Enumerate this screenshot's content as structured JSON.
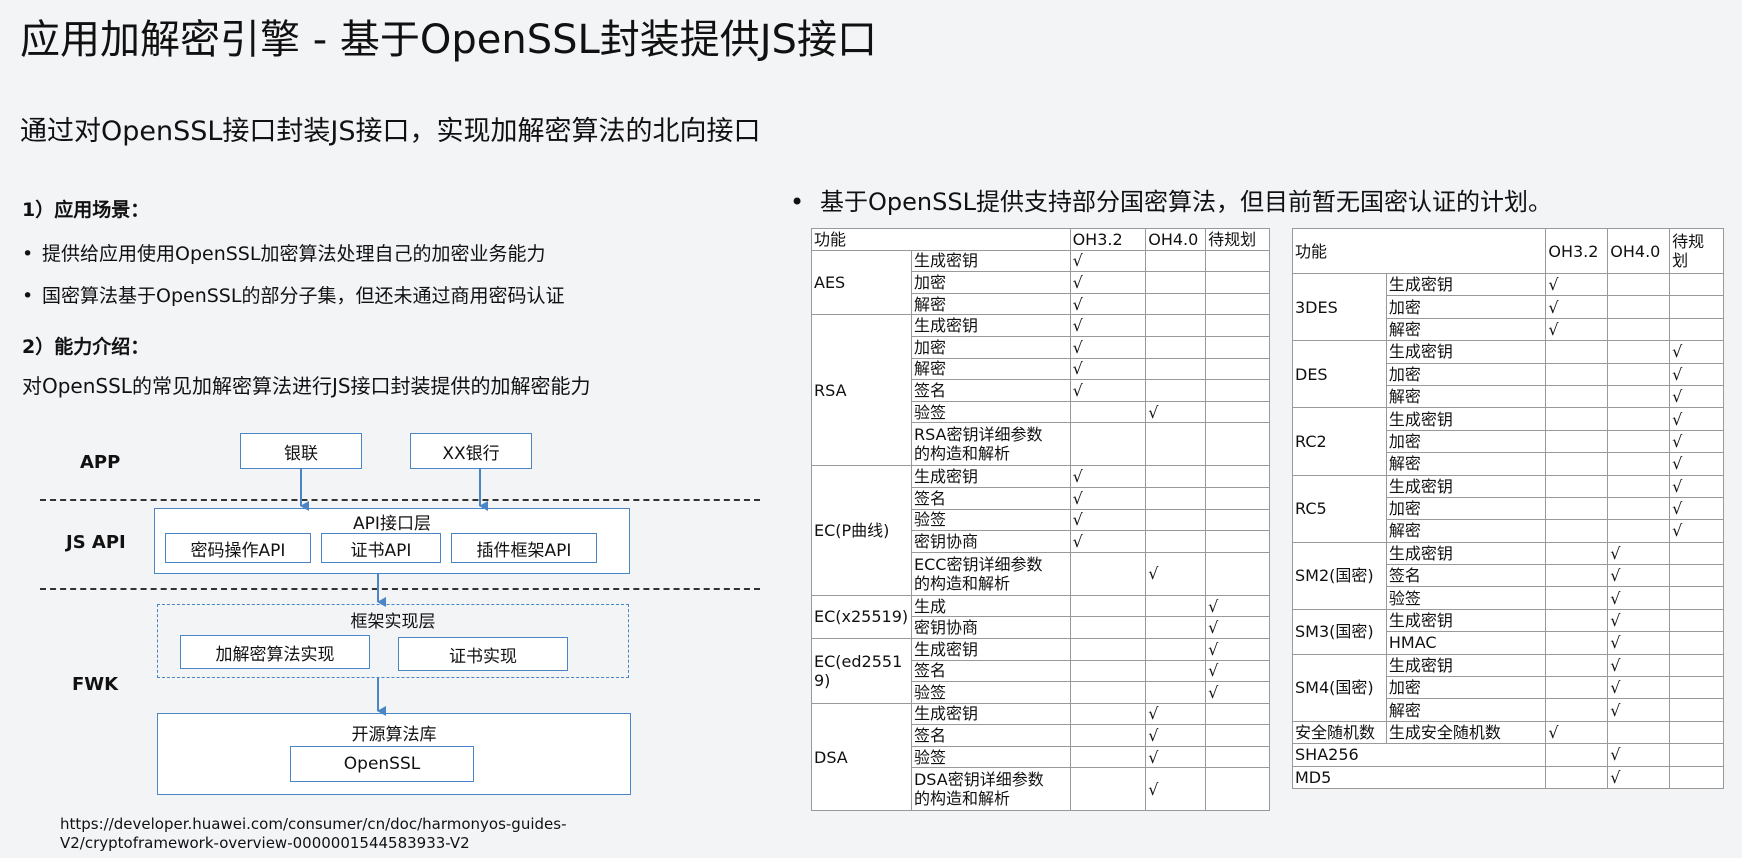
{
  "title": "应用加解密引擎 - 基于OpenSSL封装提供JS接口",
  "subtitle": "通过对OpenSSL接口封装JS接口，实现加解密算法的北向接口",
  "section1": {
    "heading": "1）应用场景：",
    "bullets": [
      "提供给应用使用OpenSSL加密算法处理自己的加密业务能力",
      "国密算法基于OpenSSL的部分子集，但还未通过商用密码认证"
    ]
  },
  "section2": {
    "heading": "2）能力介绍：",
    "text": "对OpenSSL的常见加解密算法进行JS接口封装提供的加解密能力"
  },
  "bullet_glyph": "•",
  "right_bullet": "基于OpenSSL提供支持部分国密算法，但目前暂无国密认证的计划。",
  "diagram": {
    "layer_app": "APP",
    "layer_jsapi": "JS API",
    "layer_fwk": "FWK",
    "app_boxes": [
      "银联",
      "XX银行"
    ],
    "api_layer_title": "API接口层",
    "api_boxes": [
      "密码操作API",
      "证书API",
      "插件框架API"
    ],
    "fwk_layer_title": "框架实现层",
    "fwk_boxes": [
      "加解密算法实现",
      "证书实现"
    ],
    "lib_title": "开源算法库",
    "lib_box": "OpenSSL",
    "line_color": "#4a86c6"
  },
  "footer": [
    "https://developer.huawei.com/consumer/cn/doc/harmonyos-guides-",
    "V2/cryptoframework-overview-0000001544583933-V2"
  ],
  "check": "√",
  "table1": {
    "headers": [
      "功能",
      "OH3.2",
      "OH4.0",
      "待规划"
    ],
    "groups": [
      {
        "name": "AES",
        "rows": [
          [
            "生成密钥",
            "√",
            "",
            ""
          ],
          [
            "加密",
            "√",
            "",
            ""
          ],
          [
            "解密",
            "√",
            "",
            ""
          ]
        ]
      },
      {
        "name": "RSA",
        "rows": [
          [
            "生成密钥",
            "√",
            "",
            ""
          ],
          [
            "加密",
            "√",
            "",
            ""
          ],
          [
            "解密",
            "√",
            "",
            ""
          ],
          [
            "签名",
            "√",
            "",
            ""
          ],
          [
            "验签",
            "",
            "√",
            ""
          ],
          [
            "RSA密钥详细参数\n的构造和解析",
            "",
            "",
            ""
          ]
        ]
      },
      {
        "name": "EC(P曲线)",
        "rows": [
          [
            "生成密钥",
            "√",
            "",
            ""
          ],
          [
            "签名",
            "√",
            "",
            ""
          ],
          [
            "验签",
            "√",
            "",
            ""
          ],
          [
            "密钥协商",
            "√",
            "",
            ""
          ],
          [
            "ECC密钥详细参数\n的构造和解析",
            "",
            "√",
            ""
          ]
        ]
      },
      {
        "name": "EC(x25519)",
        "rows": [
          [
            "生成",
            "",
            "",
            "√"
          ],
          [
            "密钥协商",
            "",
            "",
            "√"
          ]
        ]
      },
      {
        "name": "EC(ed2551\n9)",
        "rows": [
          [
            "生成密钥",
            "",
            "",
            "√"
          ],
          [
            "签名",
            "",
            "",
            "√"
          ],
          [
            "验签",
            "",
            "",
            "√"
          ]
        ]
      },
      {
        "name": "DSA",
        "rows": [
          [
            "生成密钥",
            "",
            "√",
            ""
          ],
          [
            "签名",
            "",
            "√",
            ""
          ],
          [
            "验签",
            "",
            "√",
            ""
          ],
          [
            "DSA密钥详细参数\n的构造和解析",
            "",
            "√",
            ""
          ]
        ]
      }
    ]
  },
  "table2": {
    "headers": [
      "功能",
      "OH3.2",
      "OH4.0",
      "待规\n划"
    ],
    "groups": [
      {
        "name": "3DES",
        "rows": [
          [
            "生成密钥",
            "√",
            "",
            ""
          ],
          [
            "加密",
            "√",
            "",
            ""
          ],
          [
            "解密",
            "√",
            "",
            ""
          ]
        ]
      },
      {
        "name": "DES",
        "rows": [
          [
            "生成密钥",
            "",
            "",
            "√"
          ],
          [
            "加密",
            "",
            "",
            "√"
          ],
          [
            "解密",
            "",
            "",
            "√"
          ]
        ]
      },
      {
        "name": "RC2",
        "rows": [
          [
            "生成密钥",
            "",
            "",
            "√"
          ],
          [
            "加密",
            "",
            "",
            "√"
          ],
          [
            "解密",
            "",
            "",
            "√"
          ]
        ]
      },
      {
        "name": "RC5",
        "rows": [
          [
            "生成密钥",
            "",
            "",
            "√"
          ],
          [
            "加密",
            "",
            "",
            "√"
          ],
          [
            "解密",
            "",
            "",
            "√"
          ]
        ]
      },
      {
        "name": "SM2(国密)",
        "rows": [
          [
            "生成密钥",
            "",
            "√",
            ""
          ],
          [
            "签名",
            "",
            "√",
            ""
          ],
          [
            "验签",
            "",
            "√",
            ""
          ]
        ]
      },
      {
        "name": "SM3(国密)",
        "rows": [
          [
            "生成密钥",
            "",
            "√",
            ""
          ],
          [
            "HMAC",
            "",
            "√",
            ""
          ]
        ]
      },
      {
        "name": "SM4(国密)",
        "rows": [
          [
            "生成密钥",
            "",
            "√",
            ""
          ],
          [
            "加密",
            "",
            "√",
            ""
          ],
          [
            "解密",
            "",
            "√",
            ""
          ]
        ]
      },
      {
        "name": "安全随机数",
        "rows": [
          [
            "生成安全随机数",
            "√",
            "",
            ""
          ]
        ]
      },
      {
        "name": "SHA256",
        "merged": true,
        "rows": [
          [
            "",
            "",
            "√",
            ""
          ]
        ]
      },
      {
        "name": "MD5",
        "merged": true,
        "rows": [
          [
            "",
            "",
            "√",
            ""
          ]
        ]
      }
    ]
  }
}
